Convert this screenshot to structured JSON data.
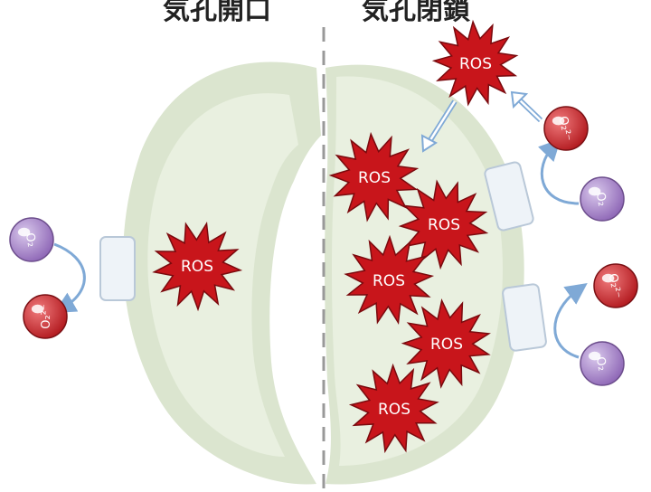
{
  "headers": {
    "open": "気孔開口",
    "closed": "気孔閉鎖"
  },
  "ros_label": "ROS",
  "o2_label": "O₂",
  "superoxide_label": "O₂²⁻",
  "colors": {
    "guard_cell_outer": "#dbe5cf",
    "guard_cell_inner": "#e9f0e0",
    "ros_fill": "#c8151b",
    "ros_stroke": "#7a0a0e",
    "o2_fill": "#9f7cc0",
    "superoxide_fill": "#c8262a",
    "channel_fill": "#eef3f8",
    "channel_stroke": "#b9c8d8",
    "arrow": "#7fa9d6",
    "divider": "#999999"
  }
}
